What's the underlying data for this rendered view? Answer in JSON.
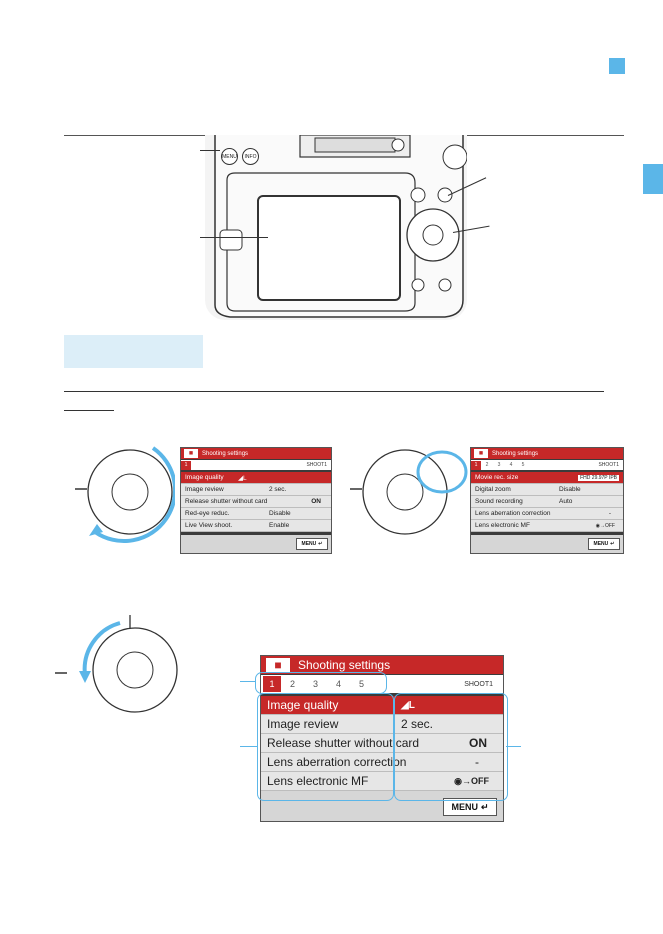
{
  "colors": {
    "accent_blue": "#5bb6e8",
    "menu_red": "#c62828",
    "menu_bg": "#3b3b3b",
    "menu_row": "#e6e6e6"
  },
  "icons": [
    "camera-icon",
    "mode-dial-icon",
    "return-arrow-icon",
    "camera-back-icon"
  ],
  "camera": {
    "btn1": "MENU",
    "btn2": "INFO"
  },
  "menu_small_a": {
    "title": "Shooting settings",
    "tab": "1",
    "code": "SHOOT1",
    "rows": [
      {
        "label": "Image quality",
        "value": "◢L"
      },
      {
        "label": "Image review",
        "value": "2 sec."
      },
      {
        "label": "Release shutter without card",
        "value": "ON"
      },
      {
        "label": "Red-eye reduc.",
        "value": "Disable"
      },
      {
        "label": "Live View shoot.",
        "value": "Enable"
      }
    ],
    "menu_btn": "MENU"
  },
  "menu_small_b": {
    "title": "Shooting settings",
    "tabs": [
      "1",
      "2",
      "3",
      "4",
      "5"
    ],
    "code": "SHOOT1",
    "rows": [
      {
        "label": "Movie rec. size",
        "value": "FHD 29.97P IPB"
      },
      {
        "label": "Digital zoom",
        "value": "Disable"
      },
      {
        "label": "Sound recording",
        "value": "Auto"
      },
      {
        "label": "Lens aberration correction",
        "value": "-"
      },
      {
        "label": "Lens electronic MF",
        "value": "◉→OFF"
      }
    ],
    "menu_btn": "MENU"
  },
  "menu_large": {
    "title": "Shooting settings",
    "tabs": [
      "1",
      "2",
      "3",
      "4",
      "5"
    ],
    "code": "SHOOT1",
    "rows": [
      {
        "label": "Image quality",
        "value": "◢L"
      },
      {
        "label": "Image review",
        "value": "2 sec."
      },
      {
        "label": "Release shutter without card",
        "value": "ON"
      },
      {
        "label": "Lens aberration correction",
        "value": "-"
      },
      {
        "label": "Lens electronic MF",
        "value": "◉→OFF"
      }
    ],
    "menu_btn": "MENU"
  }
}
